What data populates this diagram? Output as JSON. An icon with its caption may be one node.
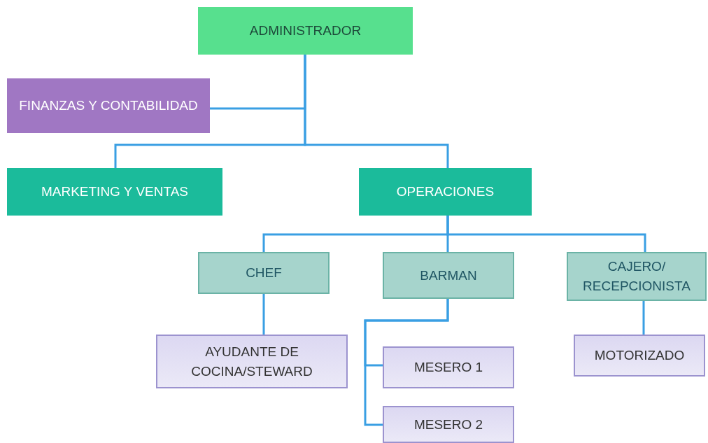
{
  "diagram": {
    "nodes": [
      {
        "text": [
          "ADMINISTRADOR"
        ]
      },
      {
        "text": [
          "FINANZAS Y CONTABILIDAD"
        ]
      },
      {
        "text": [
          "MARKETING Y VENTAS"
        ]
      },
      {
        "text": [
          "OPERACIONES"
        ]
      },
      {
        "text": [
          "CHEF"
        ]
      },
      {
        "text": [
          "BARMAN"
        ]
      },
      {
        "text": [
          "CAJERO/ RECEPCIONISTA"
        ]
      },
      {
        "text": [
          "AYUDANTE DE COCINA/STEWARD"
        ]
      },
      {
        "text": [
          "MESERO 1"
        ]
      },
      {
        "text": [
          "MESERO 2"
        ]
      },
      {
        "text": [
          "MOTORIZADO"
        ]
      }
    ],
    "edges": [
      {
        "from": 0,
        "to": 1,
        "arrow": "none"
      },
      {
        "from": 0,
        "to": 2,
        "arrow": "none"
      },
      {
        "from": 0,
        "to": 3,
        "arrow": "none"
      },
      {
        "from": 3,
        "to": 4,
        "arrow": "none"
      },
      {
        "from": 3,
        "to": 5,
        "arrow": "none"
      },
      {
        "from": 3,
        "to": 6,
        "arrow": "none"
      },
      {
        "from": 4,
        "to": 7,
        "arrow": "none"
      },
      {
        "from": 5,
        "to": 8,
        "arrow": "none"
      },
      {
        "from": 5,
        "to": 9,
        "arrow": "none"
      },
      {
        "from": 6,
        "to": 10,
        "arrow": "none"
      }
    ]
  }
}
